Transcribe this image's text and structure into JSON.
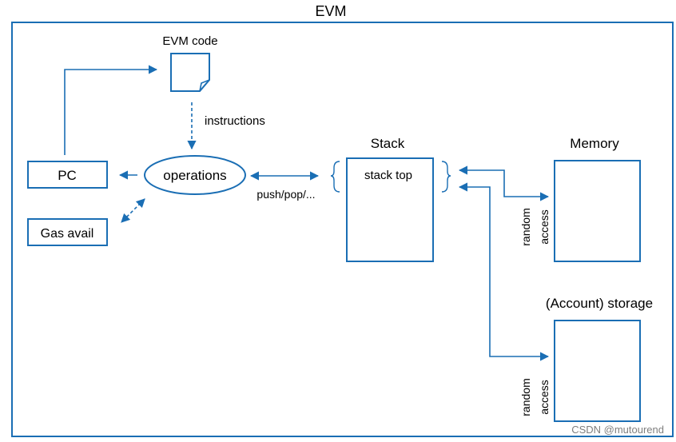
{
  "title": "EVM",
  "nodes": {
    "evm_code": "EVM code",
    "pc": "PC",
    "gas_avail": "Gas avail",
    "operations": "operations",
    "stack": "Stack",
    "stack_top": "stack top",
    "memory": "Memory",
    "account_storage": "(Account) storage"
  },
  "edges": {
    "instructions": "instructions",
    "push_pop": "push/pop/...",
    "memory_access_line1": "random",
    "memory_access_line2": "access",
    "storage_access_line1": "random",
    "storage_access_line2": "access"
  },
  "watermark": "CSDN @mutourend",
  "colors": {
    "accent": "#1a6eb4",
    "text": "#000000",
    "background": "#ffffff"
  }
}
